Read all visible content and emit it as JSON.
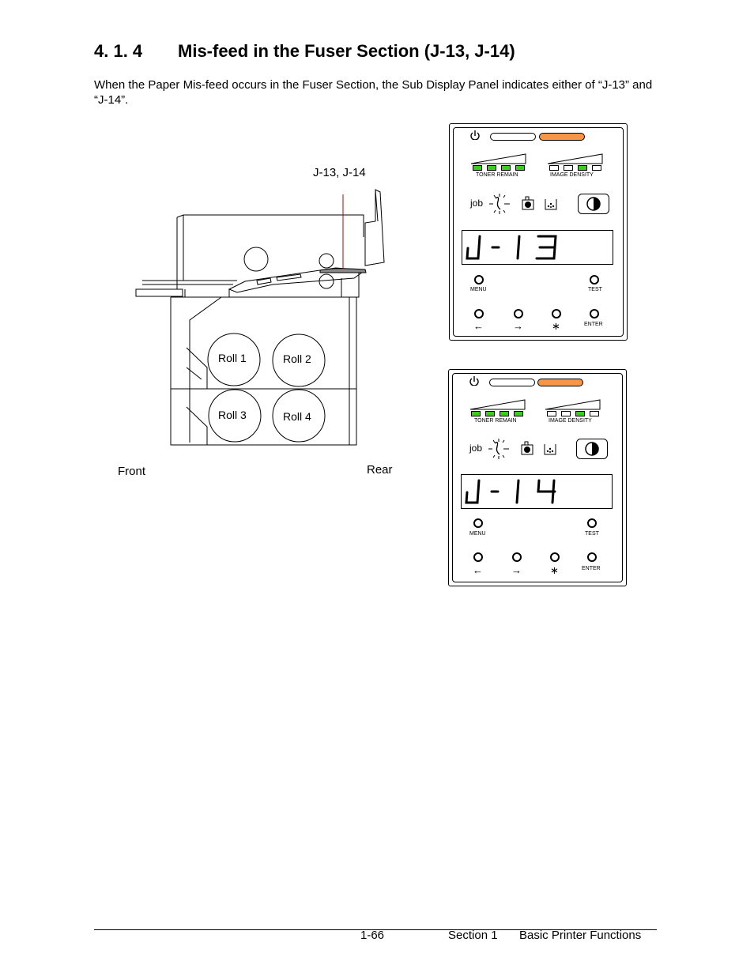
{
  "heading": {
    "number": "4. 1. 4",
    "title": "Mis-feed in the Fuser Section (J-13, J-14)"
  },
  "paragraph": "When the Paper Mis-feed occurs in the Fuser Section, the Sub Display Panel indicates either of “J-13” and “J-14”.",
  "diagram": {
    "callout": "J-13, J-14",
    "rolls": [
      "Roll 1",
      "Roll 2",
      "Roll 3",
      "Roll 4"
    ],
    "front_label": "Front",
    "rear_label": "Rear"
  },
  "panels": [
    {
      "display": "J-13",
      "toner_label": "TONER REMAIN",
      "density_label": "IMAGE DENSITY",
      "job_label": "job",
      "menu_label": "MENU",
      "test_label": "TEST",
      "enter_label": "ENTER",
      "left_arrow": "←",
      "right_arrow": "→",
      "star": "∗",
      "toner_leds": [
        1,
        1,
        1,
        1
      ],
      "density_leds": [
        0,
        0,
        1,
        0
      ]
    },
    {
      "display": "J-14",
      "toner_label": "TONER REMAIN",
      "density_label": "IMAGE DENSITY",
      "job_label": "job",
      "menu_label": "MENU",
      "test_label": "TEST",
      "enter_label": "ENTER",
      "left_arrow": "←",
      "right_arrow": "→",
      "star": "∗",
      "toner_leds": [
        1,
        1,
        1,
        1
      ],
      "density_leds": [
        0,
        0,
        1,
        0
      ]
    }
  ],
  "footer": {
    "page": "1-66",
    "section": "Section 1",
    "title": "Basic Printer Functions"
  },
  "colors": {
    "ready_indicator": "#f79646",
    "led_on": "#3ccc1e",
    "callout_line": "#c00000"
  }
}
